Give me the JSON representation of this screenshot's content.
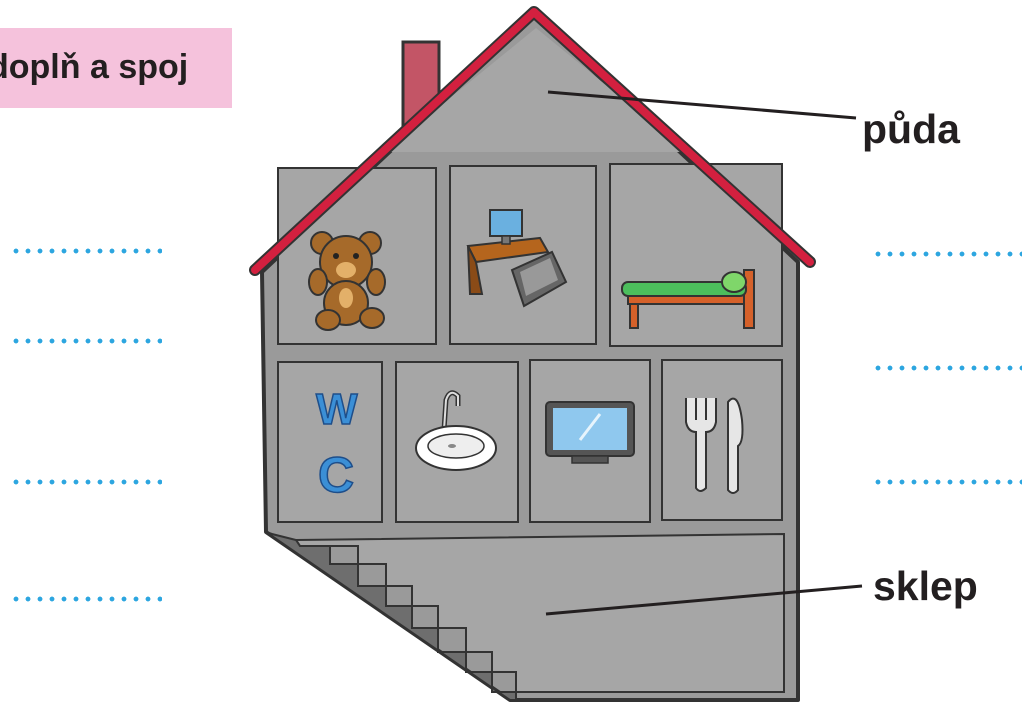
{
  "instruction": "doplň a spoj",
  "labels": {
    "attic": "půda",
    "cellar": "sklep"
  },
  "blank_lines": {
    "left_count": 4,
    "right_count": 3
  },
  "rooms": {
    "top_floor": [
      "teddy-bear-icon",
      "desk-computer-icon",
      "bed-icon"
    ],
    "middle_floor": [
      "wc-icon",
      "washbasin-icon",
      "tv-icon",
      "cutlery-icon"
    ]
  },
  "wc_letters": [
    "W",
    "C"
  ],
  "colors": {
    "roof": "#d3203f",
    "wall": "#9a9a9a",
    "outline": "#333333",
    "chimney": "#c35566",
    "dots": "#2da6e0",
    "instruction_bg": "#f5c2dc"
  }
}
